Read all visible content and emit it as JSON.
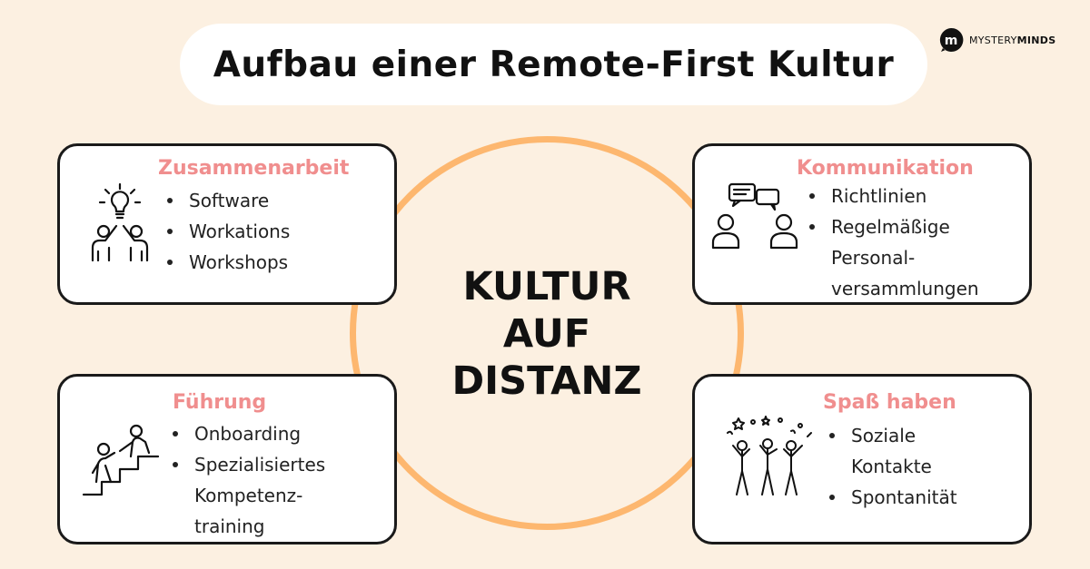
{
  "title": "Aufbau einer Remote-First Kultur",
  "logo": {
    "text_light": "MYSTERY",
    "text_bold": "MINDS",
    "mark": "m",
    "icon": "mysteryminds-logo-mark"
  },
  "center": {
    "line1": "KULTUR",
    "line2": "AUF",
    "line3": "DISTANZ"
  },
  "boxes": {
    "top_left": {
      "heading": "Zusammenarbeit",
      "icon": "lightbulb-teamwork-icon",
      "items": [
        "Software",
        "Workations",
        "Workshops"
      ]
    },
    "top_right": {
      "heading": "Kommunikation",
      "icon": "conversation-icon",
      "items": [
        "Richtlinien",
        "Regelmäßige",
        "Personal-",
        "versammlungen"
      ]
    },
    "bottom_left": {
      "heading": "Führung",
      "icon": "helping-hand-stairs-icon",
      "items": [
        "Onboarding",
        "Spezialisiertes",
        "Kompetenz-",
        "training"
      ]
    },
    "bottom_right": {
      "heading": "Spaß haben",
      "icon": "celebrating-people-icon",
      "items": [
        "Soziale",
        "Kontakte",
        "Spontanität"
      ]
    }
  },
  "colors": {
    "background": "#fcf0e1",
    "ring": "#fdb76f",
    "heading": "#f08e8e",
    "border": "#1a1a1a"
  }
}
